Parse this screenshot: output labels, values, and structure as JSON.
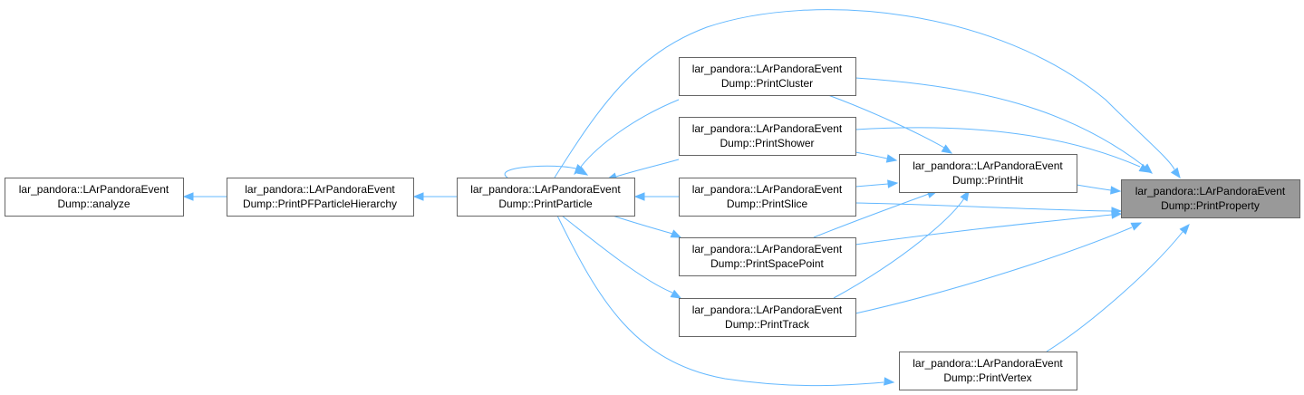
{
  "graph": {
    "nodes": {
      "analyze": [
        "lar_pandora::LArPandoraEvent",
        "Dump::analyze"
      ],
      "pfhierarchy": [
        "lar_pandora::LArPandoraEvent",
        "Dump::PrintPFParticleHierarchy"
      ],
      "particle": [
        "lar_pandora::LArPandoraEvent",
        "Dump::PrintParticle"
      ],
      "cluster": [
        "lar_pandora::LArPandoraEvent",
        "Dump::PrintCluster"
      ],
      "shower": [
        "lar_pandora::LArPandoraEvent",
        "Dump::PrintShower"
      ],
      "slice": [
        "lar_pandora::LArPandoraEvent",
        "Dump::PrintSlice"
      ],
      "spacepoint": [
        "lar_pandora::LArPandoraEvent",
        "Dump::PrintSpacePoint"
      ],
      "track": [
        "lar_pandora::LArPandoraEvent",
        "Dump::PrintTrack"
      ],
      "hit": [
        "lar_pandora::LArPandoraEvent",
        "Dump::PrintHit"
      ],
      "vertex": [
        "lar_pandora::LArPandoraEvent",
        "Dump::PrintVertex"
      ],
      "property": [
        "lar_pandora::LArPandoraEvent",
        "Dump::PrintProperty"
      ]
    },
    "highlighted_node": "property",
    "edge_color": "#63b8ff",
    "highlight_fill": "#999999"
  }
}
